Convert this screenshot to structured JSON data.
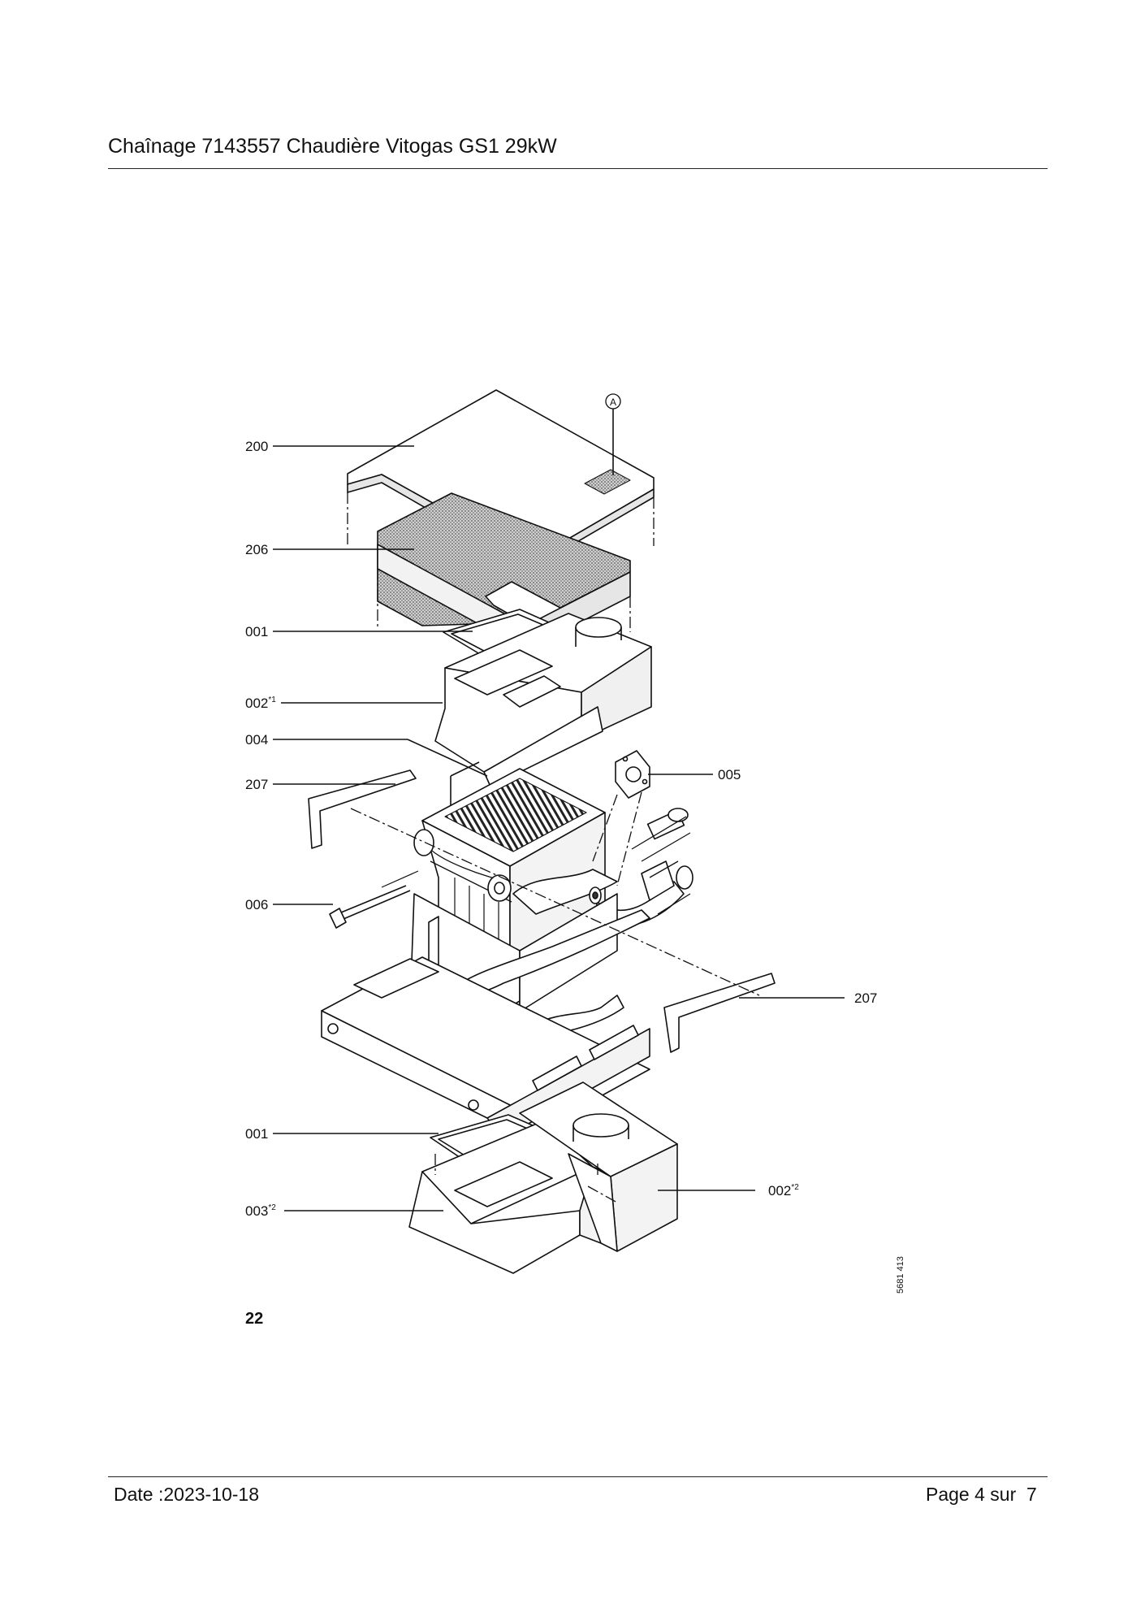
{
  "header": {
    "title": "Chaînage 7143557 Chaudière Vitogas GS1 29kW"
  },
  "diagram": {
    "callouts": [
      {
        "id": "c200",
        "label": "200",
        "sup": ""
      },
      {
        "id": "c206",
        "label": "206",
        "sup": ""
      },
      {
        "id": "c001a",
        "label": "001",
        "sup": ""
      },
      {
        "id": "c002a",
        "label": "002",
        "sup": "*1"
      },
      {
        "id": "c004",
        "label": "004",
        "sup": ""
      },
      {
        "id": "c207a",
        "label": "207",
        "sup": ""
      },
      {
        "id": "c005",
        "label": "005",
        "sup": ""
      },
      {
        "id": "c006",
        "label": "006",
        "sup": ""
      },
      {
        "id": "c207b",
        "label": "207",
        "sup": ""
      },
      {
        "id": "c001b",
        "label": "001",
        "sup": ""
      },
      {
        "id": "c003",
        "label": "003",
        "sup": "*2"
      },
      {
        "id": "c002b",
        "label": "002",
        "sup": "*2"
      }
    ],
    "detail_marker": "A",
    "drawing_code": "5681 413",
    "figure_number": "22"
  },
  "footer": {
    "date": "Date :2023-10-18",
    "page": "Page 4 sur  7"
  }
}
